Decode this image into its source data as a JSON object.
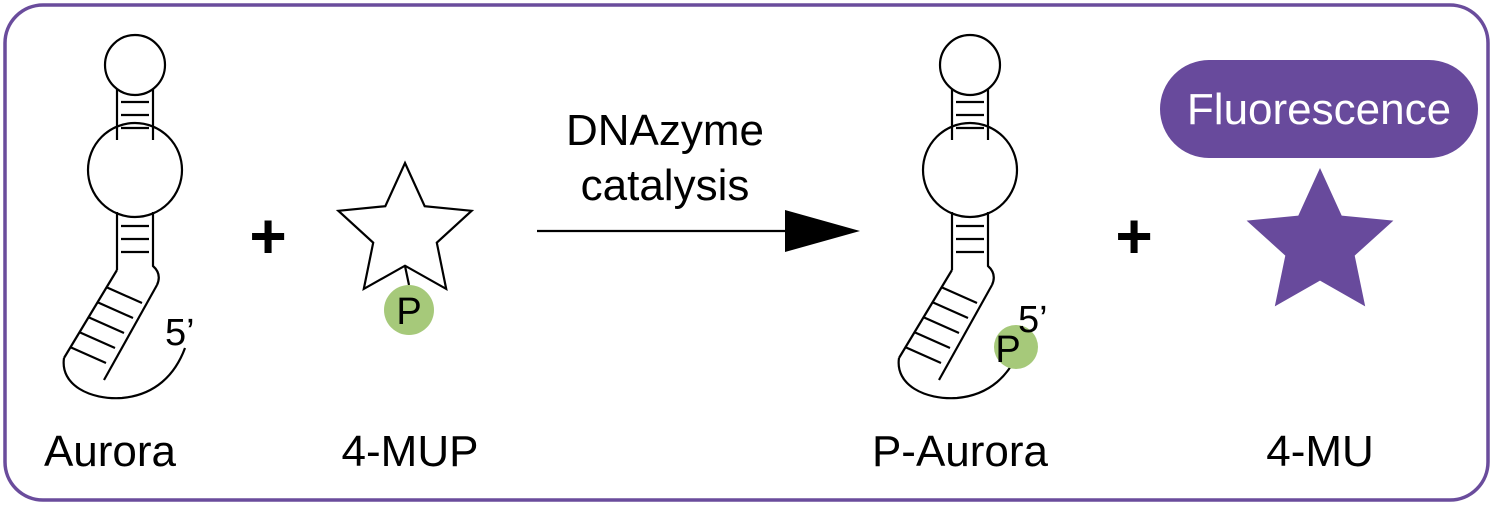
{
  "colors": {
    "frame": "#6a4c9c",
    "accent": "#684a9c",
    "phosphate": "#a6c97a",
    "line": "#000000",
    "white": "#ffffff"
  },
  "icons": {
    "plus": "plus-icon",
    "arrow": "arrow-right-icon",
    "star_outline": "star-outline-icon",
    "star_filled": "star-filled-icon",
    "phosphate": "phosphate-circle-icon",
    "hairpin": "dna-hairpin-icon"
  },
  "labels": {
    "aurora": "Aurora",
    "mup": "4-MUP",
    "p_aurora": "P-Aurora",
    "mu": "4-MU",
    "five_prime_1": "5’",
    "five_prime_2": "5’",
    "phosphate_1": "P",
    "phosphate_2": "P",
    "plus_1": "+",
    "plus_2": "+",
    "arrow_line1": "DNAzyme",
    "arrow_line2": "catalysis",
    "fluorescence": "Fluorescence"
  }
}
